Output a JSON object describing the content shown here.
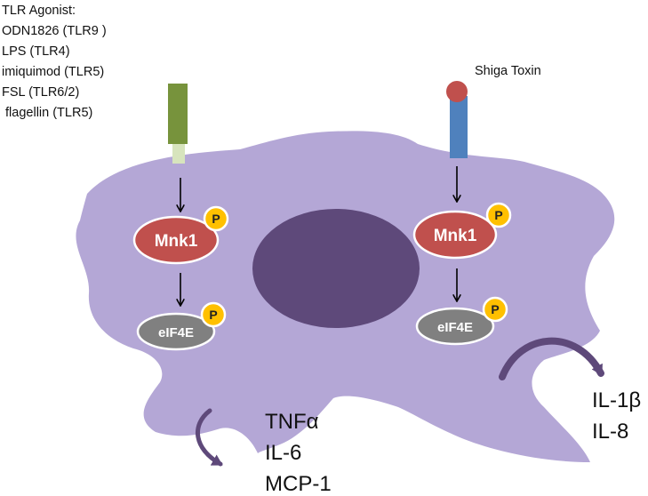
{
  "tlr_agonists": {
    "heading": "TLR Agonist:",
    "items": [
      "ODN1826 (TLR9 )",
      "LPS (TLR4)",
      "imiquimod (TLR5)",
      "FSL (TLR6/2)",
      " flagellin (TLR5)"
    ]
  },
  "shiga": {
    "label": "Shiga Toxin"
  },
  "left_pathway": {
    "kinase": "Mnk1",
    "factor": "eIF4E",
    "phospho": "P"
  },
  "right_pathway": {
    "kinase": "Mnk1",
    "factor": "eIF4E",
    "phospho": "P"
  },
  "outputs_left": [
    "TNFα",
    "IL-6",
    "MCP-1"
  ],
  "outputs_right": [
    "IL-1β",
    "IL-8"
  ],
  "colors": {
    "cell": "#b4a7d6",
    "nucleus": "#5e497a",
    "tlr_receptor": "#77933c",
    "tlr_stalk": "#d7e4bd",
    "toxin_head": "#c0504d",
    "toxin_stalk": "#4f81bd",
    "mnk1": "#c0504d",
    "eif4e": "#808080",
    "phospho": "#ffc000",
    "curved_arrow": "#5e497a"
  }
}
